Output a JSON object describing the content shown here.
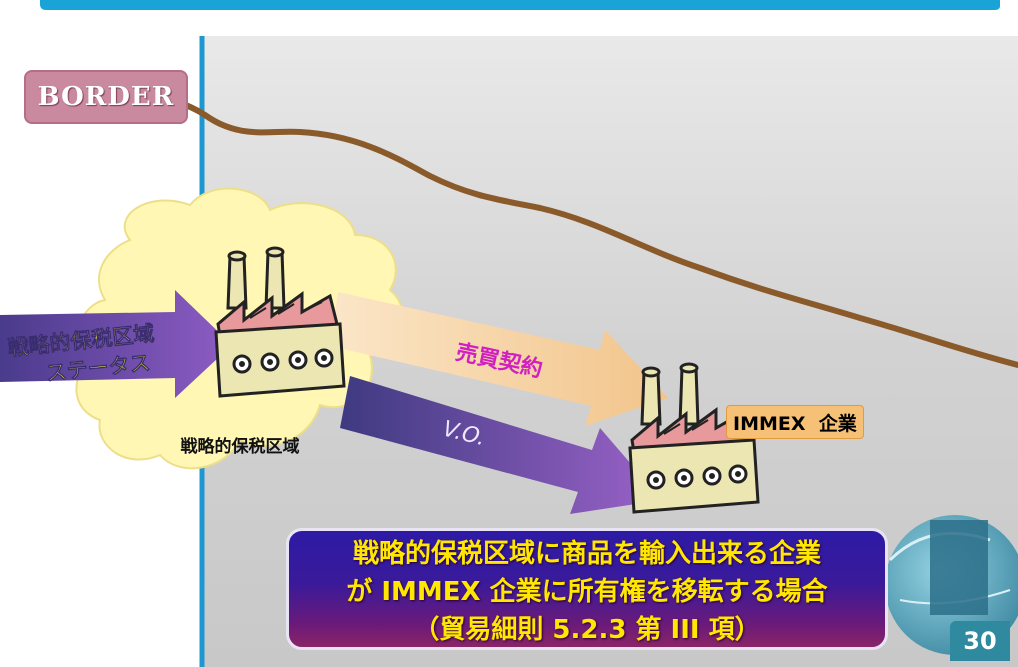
{
  "slide": {
    "border_label": "BORDER",
    "status_arrow_line1": "戦略的保税区域",
    "status_arrow_line2": "ステータス",
    "zone_label": "戦略的保税区域",
    "sale_contract_label": "売買契約",
    "vo_label": "V.O.",
    "immex_label": "IMMEX  企業",
    "bottom_line1": "戦略的保税区域に商品を輸入出来る企業",
    "bottom_line2": "が IMMEX  企業に所有権を移転する場合",
    "bottom_line3": "（貿易細則  5.2.3  第  III  項）",
    "page_number": "30"
  },
  "colors": {
    "top_bar": "#1aa3d6",
    "left_panel_border": "#1e97d0",
    "gray_panel": "#d5d5d5",
    "border_line": "#8b5a2b",
    "border_badge": "#c98aa0",
    "cloud": "#fff7b3",
    "arrow_purple": "#7b4fb0",
    "arrow_peach": "#f6c88f",
    "sale_text": "#d020c0",
    "immex_badge": "#f6c176",
    "bottom_box": "#3a1a9a",
    "bottom_text": "#ffe700",
    "page_number_bg": "#2f8a9f"
  },
  "icons": [
    "factory-icon",
    "globe-icon"
  ]
}
